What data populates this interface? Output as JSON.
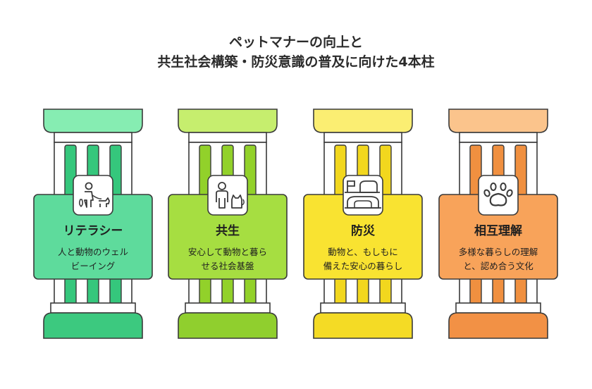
{
  "title": {
    "line1": "ペットマナーの向上と",
    "line2": "共生社会構築・防災意識の普及に向けた4本柱"
  },
  "pillars": [
    {
      "title": "リテラシー",
      "desc": [
        "人と動物のウェル",
        "ビーイング"
      ],
      "icon": "person-walking-dog-icon",
      "colors": {
        "top": "#86EDB2",
        "cap": "#62E0A0",
        "bar": "#35C77C",
        "panel": "#5EDB9C",
        "base": "#3CC97F"
      }
    },
    {
      "title": "共生",
      "desc": [
        "安心して動物と暮ら",
        "せる社会基盤"
      ],
      "icon": "person-and-cat-icon",
      "colors": {
        "top": "#C6EE6E",
        "cap": "#AEE44E",
        "bar": "#92D12A",
        "panel": "#A6DE41",
        "base": "#90CF2E"
      }
    },
    {
      "title": "防災",
      "desc": [
        "動物と、もしもに",
        "備えた安心の暮らし"
      ],
      "icon": "shelter-icon",
      "colors": {
        "top": "#FBEE72",
        "cap": "#F8E54E",
        "bar": "#F2D71E",
        "panel": "#F9E331",
        "base": "#F4DB25"
      }
    },
    {
      "title": "相互理解",
      "desc": [
        "多様な暮らしの理解",
        "と、認め合う文化"
      ],
      "icon": "paw-print-icon",
      "colors": {
        "top": "#FBC48C",
        "cap": "#F8AD6A",
        "bar": "#F09040",
        "panel": "#F8A35A",
        "base": "#F29145"
      }
    }
  ]
}
